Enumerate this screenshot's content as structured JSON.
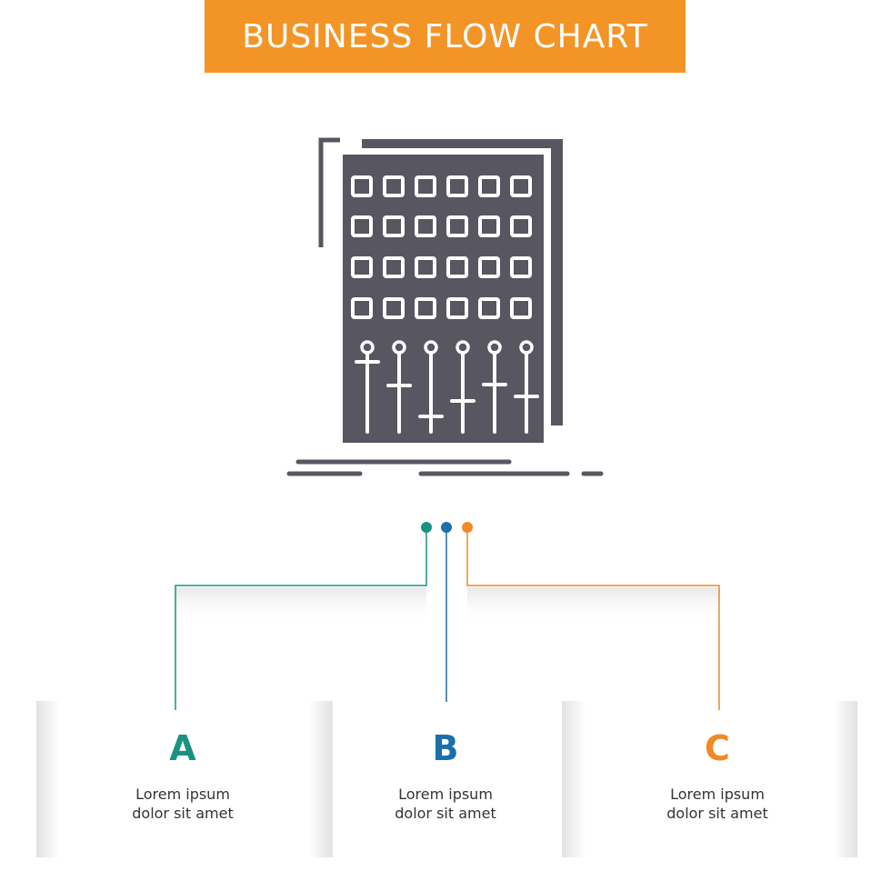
{
  "title": "BUSINESS FLOW CHART",
  "colors": {
    "banner": "#f39426",
    "icon": "#585660",
    "step_a": "#1a9282",
    "step_b": "#1b6faa",
    "step_c": "#ef8a24"
  },
  "icon": "mixer-console-icon",
  "steps": [
    {
      "letter": "A",
      "line1": "Lorem ipsum",
      "line2": "dolor sit amet"
    },
    {
      "letter": "B",
      "line1": "Lorem ipsum",
      "line2": "dolor sit amet"
    },
    {
      "letter": "C",
      "line1": "Lorem ipsum",
      "line2": "dolor sit amet"
    }
  ]
}
